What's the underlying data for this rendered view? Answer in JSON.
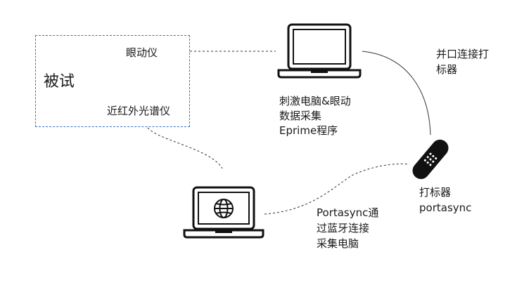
{
  "subject": {
    "title": "被试",
    "eye_tracker": "眼动仪",
    "nirs": "近红外光谱仪"
  },
  "stimulus_pc": {
    "line1": "刺激电脑&眼动",
    "line2": "数据采集",
    "line3": "Eprime程序"
  },
  "parallel_port": {
    "line1": "并口连接打",
    "line2": "标器"
  },
  "marker": {
    "line1": "打标器",
    "line2": "portasync"
  },
  "acquisition_pc": {
    "line1": "Portasync通",
    "line2": "过蓝牙连接",
    "line3": "采集电脑"
  },
  "icons": {
    "stimulus_pc": "laptop-icon",
    "acquisition_pc": "laptop-globe-icon",
    "marker": "bandage-marker-icon"
  },
  "colors": {
    "box_border": "#3a6fc4",
    "line": "#333333",
    "icon": "#111111"
  }
}
